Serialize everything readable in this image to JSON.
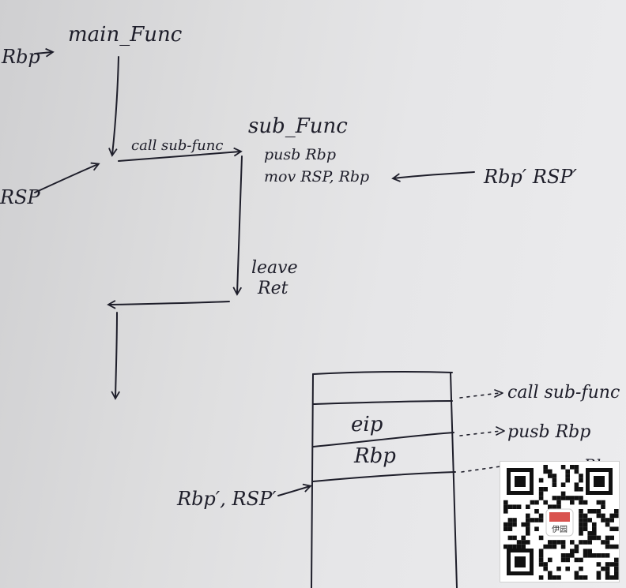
{
  "flow": {
    "rbp_label": "Rbp",
    "main_func": "main_Func",
    "rsp_label": "RSP",
    "call_label": "call sub-func",
    "sub_func": "sub_Func",
    "push_instr": "pusb Rbp",
    "mov_instr": "mov RSP, Rbp",
    "rbp_rsp_prime": "Rbp′ RSP′",
    "leave_instr": "leave",
    "ret_instr": "Ret"
  },
  "stack": {
    "slot_eip": "eip",
    "slot_rbp": "Rbp",
    "pointer_label": "Rbp′, RSP′",
    "annot_call": "call sub-func",
    "annot_push": "pusb Rbp",
    "annot_mov": "mov Rbp"
  },
  "overlay": {
    "qr_center_text": "伊园"
  }
}
